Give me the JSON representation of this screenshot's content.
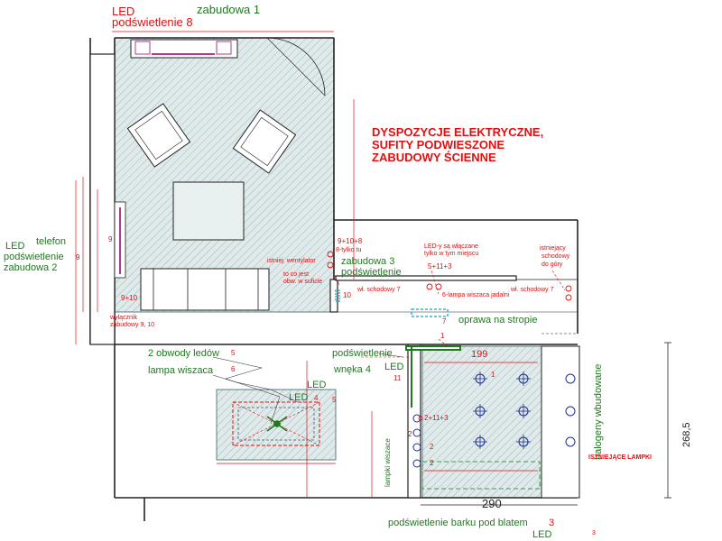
{
  "labels": {
    "led_top": "LED",
    "podswietlenie_8": "podświetlenie 8",
    "zabudowa_1": "zabudowa 1",
    "title_line1": "DYSPOZYCJE ELEKTRYCZNE,",
    "title_line2": "SUFITY PODWIESZONE",
    "title_line3": "ZABUDOWY ŚCIENNE",
    "led_left": "LED",
    "telefon": "telefon",
    "podswietlenie_left": "podświetlenie",
    "zabudowa_2": "zabudowa 2",
    "num_9_left": "9",
    "num_9_wall": "9",
    "num_9_10_left": "9+10",
    "wylacznik": "wyłącznik",
    "zabudowy_9_10": "zabudowy 9, 10",
    "istniej_wentylator": "istniej. wentylator",
    "to_co_jest": "to co jest",
    "obw_w_sufcie": "obw. w suficie",
    "n9_10_8": "9+10+8",
    "n8_tylko_tu": "8-tylko tu",
    "zabudowa_3": "zabudowa 3",
    "podswietlenie_3": "podświetlenie",
    "num_10": "10",
    "ledy_line1": "LED-y są włączane",
    "ledy_line2": "tylko w tym miejscu",
    "n5_11_3": "5+11+3",
    "wl_schodowy_7a": "wł. schodowy 7",
    "n6_lampa": "6-lampa wiszaca jadalni",
    "istniejacy": "istniejący",
    "schodowy": "schodowy",
    "do_gory": "do góry",
    "wl_schodowy_7b": "wł. schodowy 7",
    "oprawa": "oprawa na stropie",
    "num_7": "7",
    "num_1": "1",
    "obwody_ledow": "2 obwody ledów",
    "num_5a": "5",
    "lampa_wiszaca": "lampa wiszaca",
    "num_6": "6",
    "podswietlenie_wneka_1": "podświetlenie",
    "wneka_4": "wnęka 4",
    "led_wneka": "LED",
    "num_11": "11",
    "dim_199": "199",
    "led_table": "LED",
    "led_table2": "LED",
    "num_4": "4",
    "num_5b": "5",
    "num_1b": "1",
    "halogeny": "halogeny wbudowane",
    "dim_268": "268,5",
    "lampki_wiszace": "lampki wiszace",
    "n2_11_3": "2+11+3",
    "num_2a": "2",
    "num_2b": "2",
    "num_2c": "2",
    "istniejace_lampki": "ISTNIEJĄCE LAMPKI",
    "dim_290": "290",
    "podswietlenie_barku": "podświetlenie barku pod blatem",
    "num_3": "3",
    "led_bottom": "LED",
    "num_3b": "3"
  },
  "colors": {
    "wall": "#222222",
    "hatch_fill": "#dfe9ea",
    "hatch_line": "#9cb7bb",
    "red": "#e01010",
    "green": "#1f7a1f",
    "blue": "#1a2f8f",
    "cyan": "#3ab6c9"
  }
}
